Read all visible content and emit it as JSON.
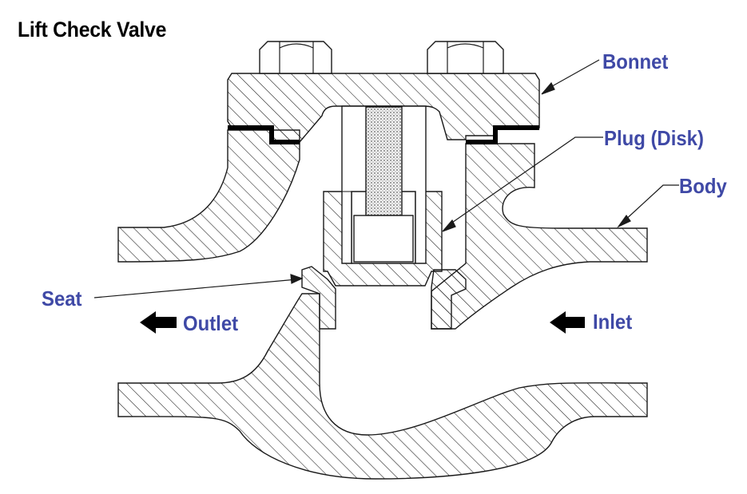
{
  "title": "Lift Check Valve",
  "colors": {
    "label": "#3f49a6",
    "line": "#1a1a1a",
    "gasket": "#000000",
    "arrow": "#000000"
  },
  "labels": {
    "bonnet": "Bonnet",
    "plug": "Plug (Disk)",
    "body": "Body",
    "seat": "Seat",
    "outlet": "Outlet",
    "inlet": "Inlet"
  },
  "icons": {
    "outlet_arrow": "arrow-left-icon",
    "inlet_arrow": "arrow-left-icon"
  }
}
